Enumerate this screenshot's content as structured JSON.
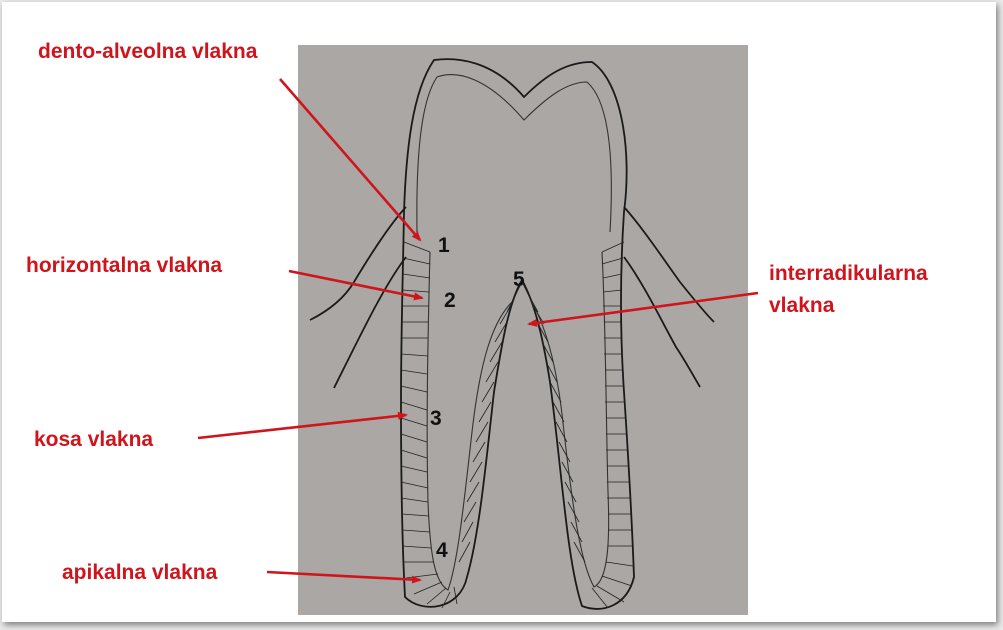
{
  "labels": {
    "dento_alveolar": "dento-alveolna vlakna",
    "horizontal": "horizontalna vlakna",
    "interradicular_line1": "interradikularna",
    "interradicular_line2": "vlakna",
    "oblique": "kosa vlakna",
    "apical": "apikalna vlakna"
  },
  "numbers": [
    "1",
    "2",
    "3",
    "4",
    "5"
  ],
  "colors": {
    "label_red": "#d0141c",
    "figure_background": "#aaa7a4",
    "page_background": "#ffffff"
  }
}
